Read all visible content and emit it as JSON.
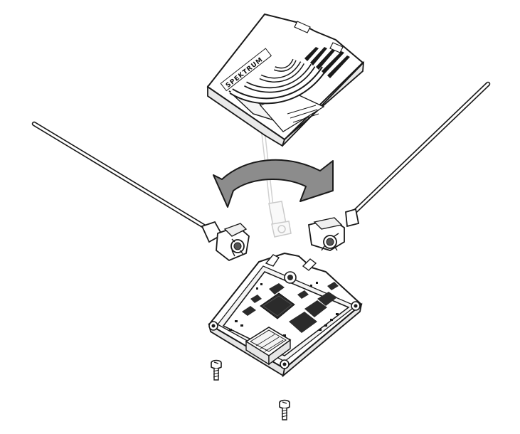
{
  "figure": {
    "kind": "exploded-assembly-illustration",
    "parts": [
      {
        "id": "top-cover",
        "name": "receiver-top-cover"
      },
      {
        "id": "antenna-left",
        "name": "antenna-lead-left"
      },
      {
        "id": "antenna-right",
        "name": "antenna-lead-right"
      },
      {
        "id": "antenna-center-ghost",
        "name": "antenna-original-position"
      },
      {
        "id": "rotation-arrow",
        "name": "swap-direction-arrow"
      },
      {
        "id": "pcb-base",
        "name": "receiver-board-and-base"
      },
      {
        "id": "screw-left",
        "name": "screw"
      },
      {
        "id": "screw-bottom",
        "name": "screw"
      }
    ],
    "colors": {
      "line": "#1a1a1a",
      "arrow_fill": "#8c8c8c",
      "ghost": "#b4b4b4",
      "chip": "#2b2b2b",
      "background": "#ffffff"
    },
    "cover_label": "SPEKTRUM"
  }
}
